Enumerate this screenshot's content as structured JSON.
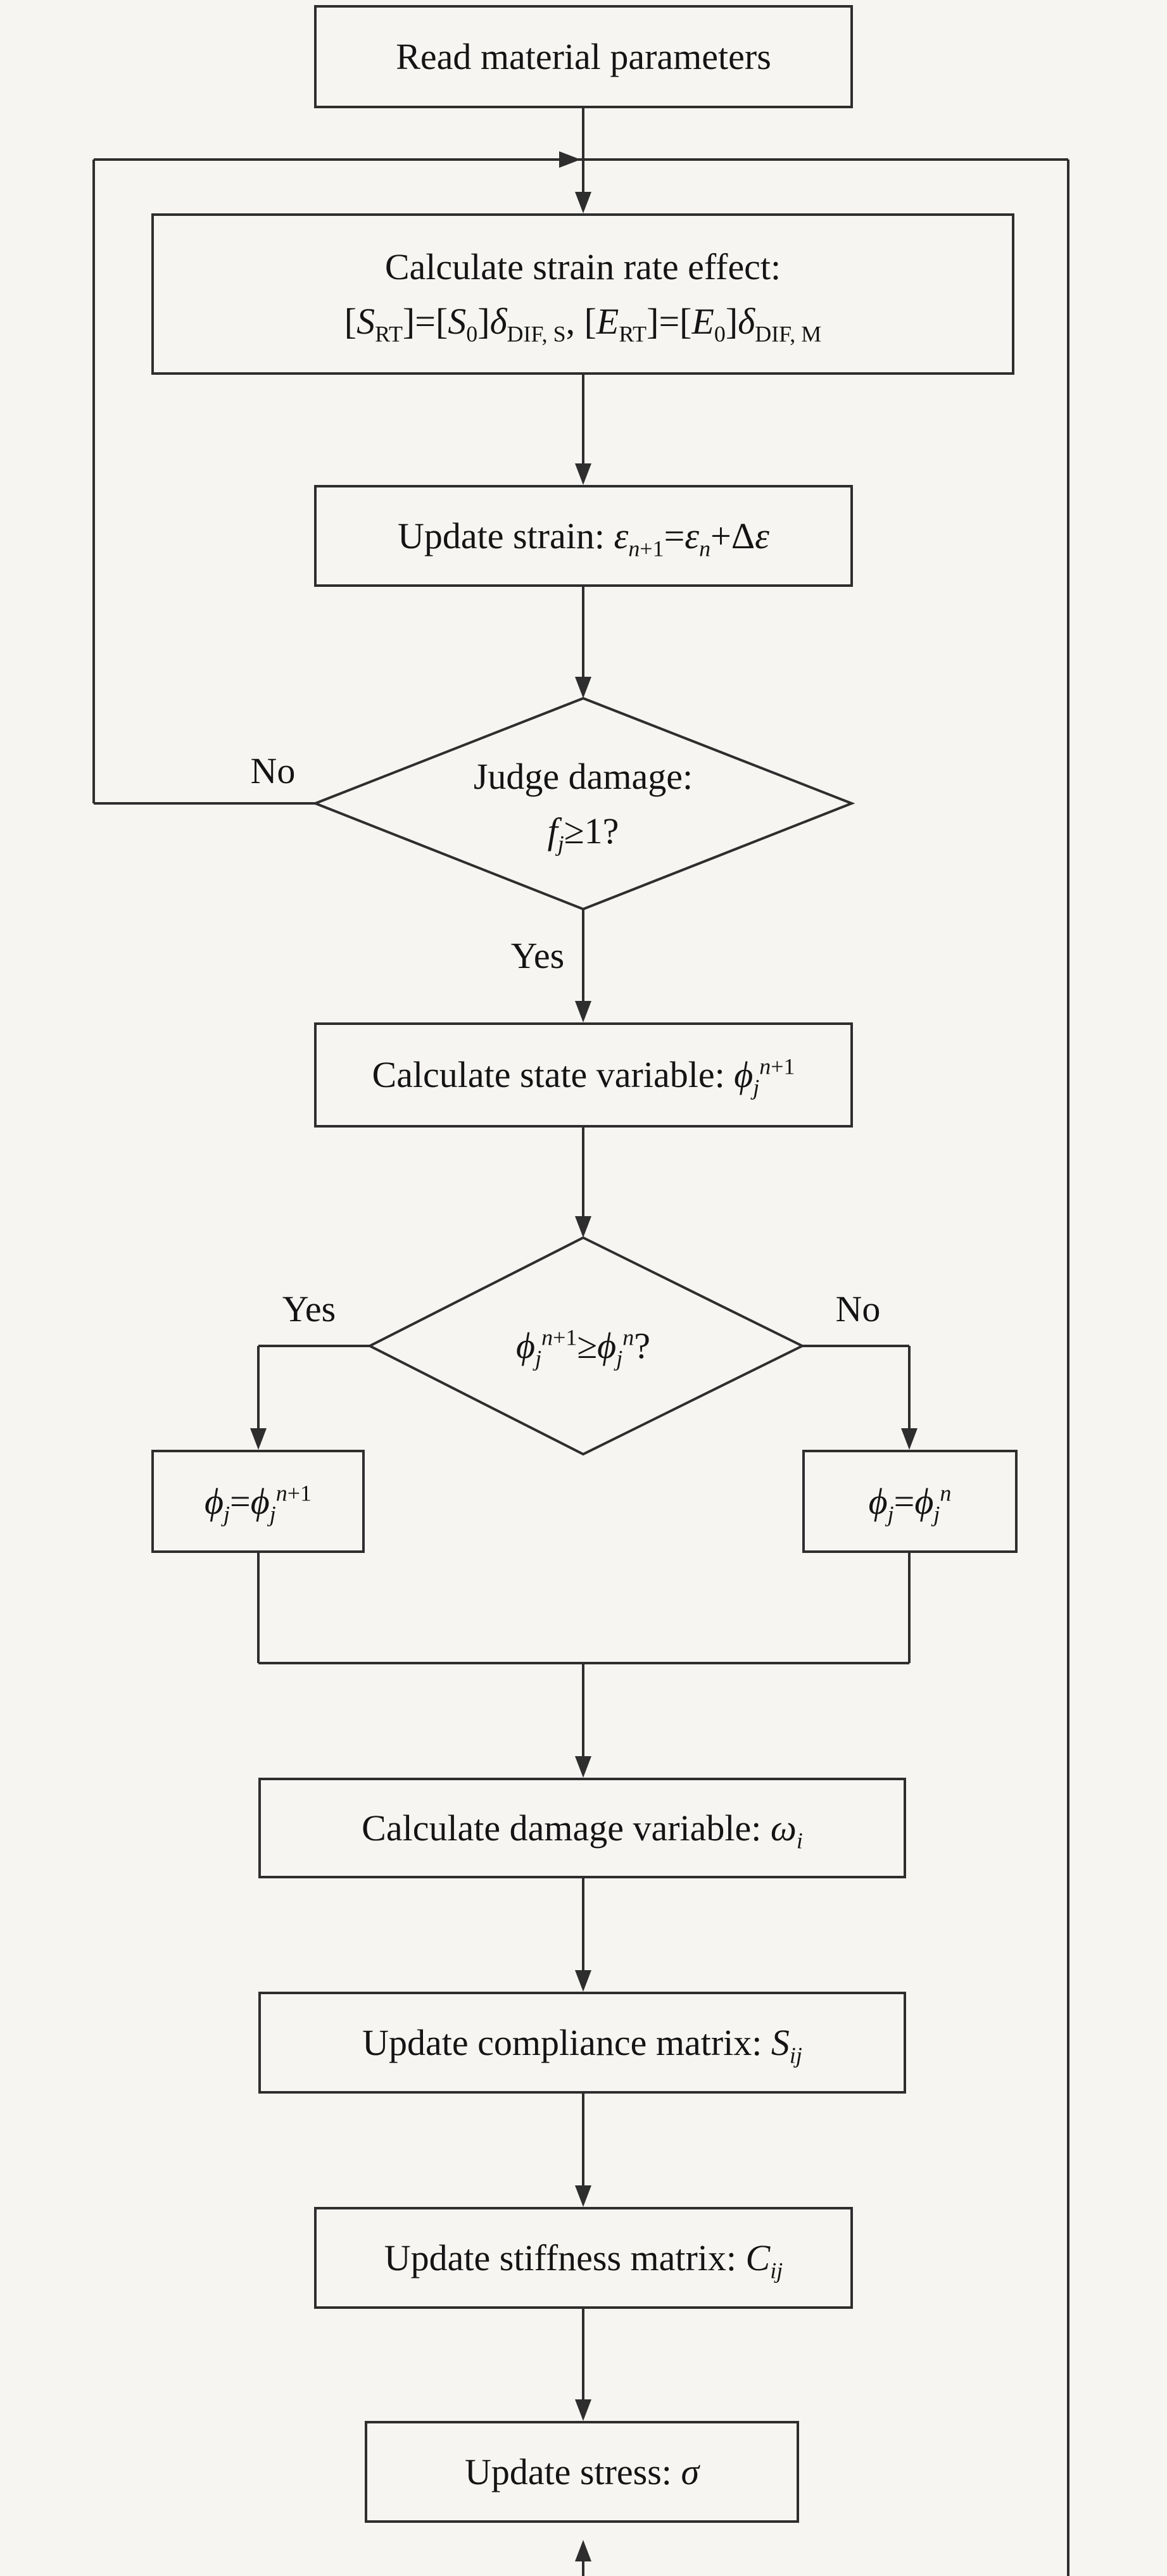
{
  "page": {
    "background": "#f6f5f2",
    "line_color": "#2e2e2e",
    "text_color": "#141414"
  },
  "nodes": {
    "read_params": {
      "label": "Read material parameters"
    },
    "strain_rate": {
      "line1": "Calculate strain rate effect:",
      "line2": "[<i>S</i><sub>RT</sub>]=[<i>S</i><sub>0</sub>]<i>δ</i><sub>DIF, S</sub>, [<i>E</i><sub>RT</sub>]=[<i>E</i><sub>0</sub>]<i>δ</i><sub>DIF, M</sub>"
    },
    "update_strain": {
      "label": "Update strain: <i>ε</i><sub><i>n</i>+1</sub>=<i>ε</i><sub><i>n</i></sub>+Δ<i>ε</i>"
    },
    "judge_damage": {
      "line1": "Judge damage:",
      "line2": "<i>f</i><sub><i>j</i></sub>≥1?"
    },
    "state_variable": {
      "label": "Calculate state variable: <i>ϕ</i><sub><i>j</i></sub><sup><i>n</i>+1</sup>"
    },
    "compare_state": {
      "label": "<i>ϕ</i><sub><i>j</i></sub><sup><i>n</i>+1</sup>≥<i>ϕ</i><sub><i>j</i></sub><sup><i>n</i></sup>?"
    },
    "assign_new": {
      "label": "<i>ϕ</i><sub><i>j</i></sub>=<i>ϕ</i><sub><i>j</i></sub><sup><i>n</i>+1</sup>"
    },
    "assign_old": {
      "label": "<i>ϕ</i><sub><i>j</i></sub>=<i>ϕ</i><sub><i>j</i></sub><sup><i>n</i></sup>"
    },
    "damage_variable": {
      "label": "Calculate damage variable: <i>ω</i><sub><i>i</i></sub>"
    },
    "compliance": {
      "label": "Update compliance matrix: <i>S</i><sub><i>ij</i></sub>"
    },
    "stiffness": {
      "label": "Update stiffness matrix: <i>C</i><sub><i>ij</i></sub>"
    },
    "stress": {
      "label": "Update stress: <i>σ</i>"
    }
  },
  "branch_labels": {
    "damage_no": "No",
    "damage_yes": "Yes",
    "compare_yes": "Yes",
    "compare_no": "No"
  }
}
